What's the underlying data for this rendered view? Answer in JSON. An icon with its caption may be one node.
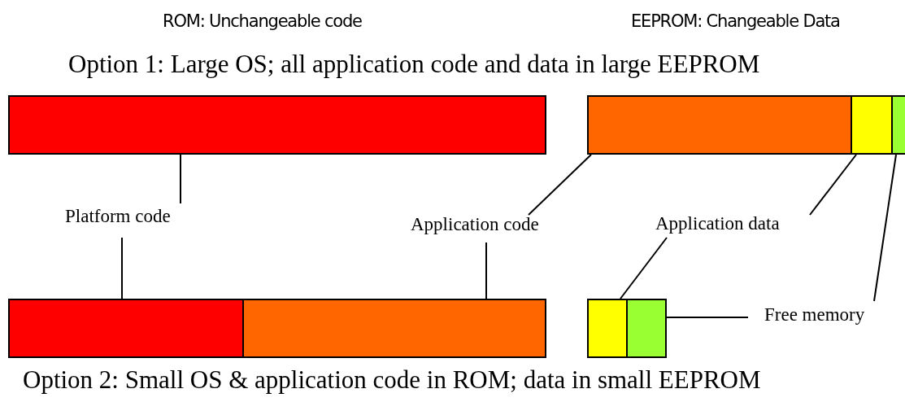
{
  "diagram": {
    "nodes": [
      {
        "text": [],
        "shape": "bar"
      },
      {
        "text": [],
        "shape": "bar"
      },
      {
        "text": [],
        "shape": "bar"
      },
      {
        "text": [],
        "shape": "bar"
      },
      {
        "text": [],
        "shape": "bar"
      },
      {
        "text": [],
        "shape": "bar"
      },
      {
        "text": [],
        "shape": "bar"
      },
      {
        "text": [],
        "shape": "bar"
      },
      {
        "text": [
          "Platform code"
        ]
      },
      {
        "text": [
          "Application code"
        ]
      },
      {
        "text": [
          "Application data"
        ]
      },
      {
        "text": [
          "Free memory"
        ]
      }
    ],
    "edges": [
      {
        "from": 8,
        "to": 0,
        "arrow": "none"
      },
      {
        "from": 8,
        "to": 4,
        "arrow": "none"
      },
      {
        "from": 9,
        "to": 1,
        "arrow": "none"
      },
      {
        "from": 9,
        "to": 5,
        "arrow": "none"
      },
      {
        "from": 10,
        "to": 2,
        "arrow": "none"
      },
      {
        "from": 10,
        "to": 6,
        "arrow": "none"
      },
      {
        "from": 11,
        "to": 7,
        "arrow": "none"
      },
      {
        "from": 11,
        "to": 3,
        "arrow": "none"
      }
    ],
    "labels": [
      "ROM: Unchangeable code",
      "EEPROM: Changeable Data",
      "Option 1: Large OS; all application code and data in large EEPROM",
      "Option 2: Small OS & application code in ROM; data in small EEPROM"
    ]
  }
}
